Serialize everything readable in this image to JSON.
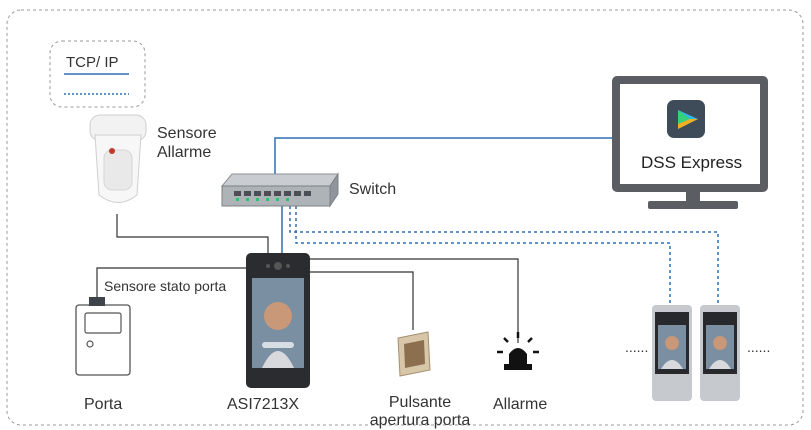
{
  "legend": {
    "title": "TCP/ IP",
    "solid_color": "#2f6fb3",
    "dashed_color": "#2f6fb3"
  },
  "devices": {
    "alarm_sensor": {
      "label_line1": "Sensore",
      "label_line2": "Allarme"
    },
    "switch": {
      "label": "Switch"
    },
    "software": {
      "label": "DSS Express",
      "icon": "dss-express-logo"
    },
    "door": {
      "label": "Porta"
    },
    "door_sensor": {
      "label": "Sensore stato porta"
    },
    "terminal": {
      "label": "ASI7213X"
    },
    "exit_button": {
      "label_line1": "Pulsante",
      "label_line2": "apertura porta"
    },
    "alarm": {
      "label": "Allarme",
      "icon": "siren-icon"
    },
    "more_terminals": {
      "ellipsis_left": "......",
      "ellipsis_right": "......"
    }
  },
  "colors": {
    "tcp_ip": "#2f6fb3",
    "wire": "#333333",
    "border": "#999999"
  }
}
